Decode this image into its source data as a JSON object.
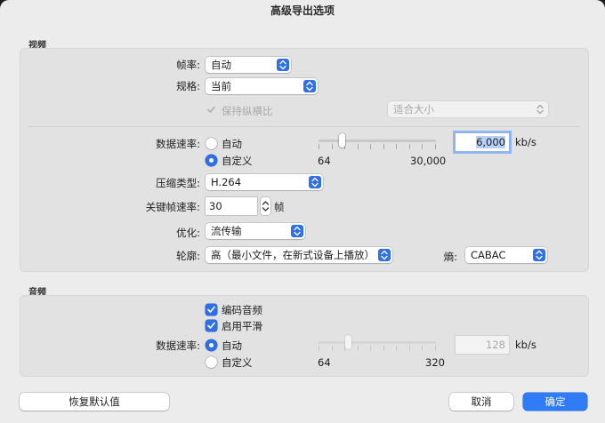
{
  "window": {
    "title": "高级导出选项"
  },
  "video": {
    "section_label": "视频",
    "frame_rate": {
      "label": "帧率:",
      "value": "自动"
    },
    "size": {
      "label": "规格:",
      "value": "当前"
    },
    "keep_aspect": {
      "label": "保持纵横比",
      "checked": true,
      "enabled": false
    },
    "fit_popup": {
      "value": "适合大小",
      "enabled": false
    },
    "data_rate": {
      "label": "数据速率:",
      "options": [
        "自动",
        "自定义"
      ],
      "selected": "自定义",
      "slider_min": "64",
      "slider_max": "30,000",
      "value": "6,000",
      "unit": "kb/s"
    },
    "compression": {
      "label": "压缩类型:",
      "value": "H.264"
    },
    "keyframe_rate": {
      "label": "关键帧速率:",
      "value": "30",
      "unit": "帧"
    },
    "optimize": {
      "label": "优化:",
      "value": "流传输"
    },
    "profile": {
      "label": "轮廓:",
      "value": "高（最小文件，在新式设备上播放）"
    },
    "entropy": {
      "label": "熵:",
      "value": "CABAC"
    }
  },
  "audio": {
    "section_label": "音频",
    "encode_audio": {
      "label": "编码音频",
      "checked": true
    },
    "smoothing": {
      "label": "启用平滑",
      "checked": true
    },
    "data_rate": {
      "label": "数据速率:",
      "options": [
        "自动",
        "自定义"
      ],
      "selected": "自动",
      "slider_min": "64",
      "slider_max": "320",
      "value": "128",
      "unit": "kb/s"
    }
  },
  "footer": {
    "restore_defaults": "恢复默认值",
    "cancel": "取消",
    "ok": "确定"
  },
  "colors": {
    "accent": "#2f7cf6",
    "window_bg": "#ececec",
    "group_bg": "#e2e2e2"
  }
}
